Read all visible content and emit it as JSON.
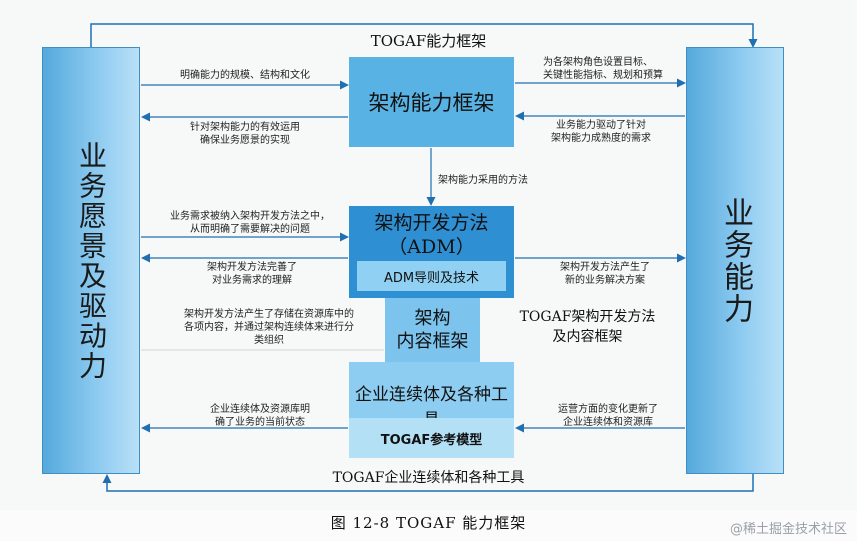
{
  "diagram": {
    "top_title": "TOGAF能力框架",
    "bottom_title": "TOGAF企业连续体和各种工具",
    "right_mid_title": "TOGAF架构开发方法\n及内容框架",
    "left_box": "业务愿景及驱动力",
    "right_box": "业务能力",
    "block_top": "架构能力框架",
    "block_adm_title": "架构开发方法\n（ADM）",
    "block_adm_sub": "ADM导则及技术",
    "block_content": "架构\n内容框架",
    "block_enterprise_title": "企业连续体及各种工具",
    "block_enterprise_sub": "TOGAF参考模型",
    "flow_labels": {
      "l1": "明确能力的规模、结构和文化",
      "l2": "针对架构能力的有效运用\n确保业务愿景的实现",
      "l3": "业务需求被纳入架构开发方法之中，\n从而明确了需要解决的问题",
      "l4": "架构开发方法完善了\n对业务需求的理解",
      "l5": "架构开发方法产生了存储在资源库中的\n各项内容，并通过架构连续体来进行分\n类组织",
      "l6": "企业连续体及资源库明\n确了业务的当前状态",
      "r1": "为各架构角色设置目标、\n关键性能指标、规划和预算",
      "r2": "业务能力驱动了针对\n架构能力成熟度的需求",
      "r3": "架构开发方法产生了\n新的业务解决方案",
      "r4": "运营方面的变化更新了\n企业连续体和资源库",
      "c1": "架构能力采用的方法"
    }
  },
  "caption": "图 12-8    TOGAF 能力框架",
  "watermark": "@稀土掘金技术社区",
  "colors": {
    "arrow": "#1f6fb2",
    "side_box": "#7cc0ea",
    "block_dark": "#2f8fd3",
    "block_mid": "#58b3e4",
    "block_light": "#8ccdf1"
  }
}
